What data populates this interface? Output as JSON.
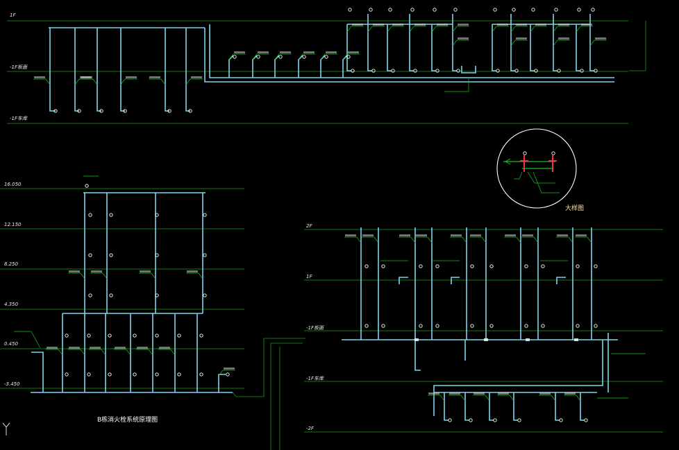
{
  "colors": {
    "background": "#000000",
    "pipe": "#7fd4ee",
    "floor_line": "#17a317",
    "leader": "#19c519",
    "highlight": "#e83a3a",
    "text": "#e8e8e8"
  },
  "top_system": {
    "levels": [
      "1F",
      "-1F板面",
      "-1F车库"
    ]
  },
  "left_system": {
    "elevations": [
      "16.050",
      "12.150",
      "8.250",
      "4.350",
      "0.450",
      "-3.450"
    ],
    "title": "B栋消火栓系统原理图"
  },
  "right_system": {
    "levels": [
      "2F",
      "1F",
      "-1F板面",
      "-1F车库",
      "-2F"
    ]
  },
  "detail": {
    "title": "大样图"
  }
}
